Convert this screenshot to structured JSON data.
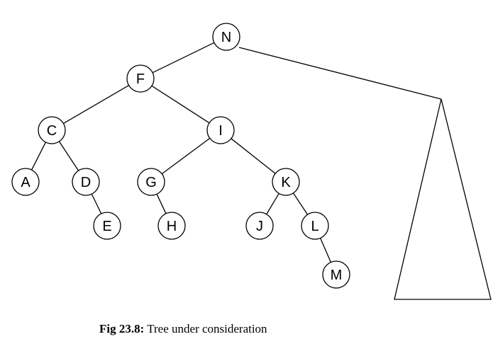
{
  "nodes": {
    "N": "N",
    "F": "F",
    "C": "C",
    "I": "I",
    "A": "A",
    "D": "D",
    "G": "G",
    "K": "K",
    "E": "E",
    "H": "H",
    "J": "J",
    "L": "L",
    "M": "M"
  },
  "edges": [
    [
      "N",
      "F"
    ],
    [
      "F",
      "C"
    ],
    [
      "F",
      "I"
    ],
    [
      "C",
      "A"
    ],
    [
      "C",
      "D"
    ],
    [
      "D",
      "E"
    ],
    [
      "I",
      "G"
    ],
    [
      "I",
      "K"
    ],
    [
      "G",
      "H"
    ],
    [
      "K",
      "J"
    ],
    [
      "K",
      "L"
    ],
    [
      "L",
      "M"
    ]
  ],
  "caption": {
    "label": "Fig 23.8:",
    "text": "Tree under consideration"
  },
  "colors": {
    "stroke": "#000000",
    "fill": "#ffffff"
  }
}
